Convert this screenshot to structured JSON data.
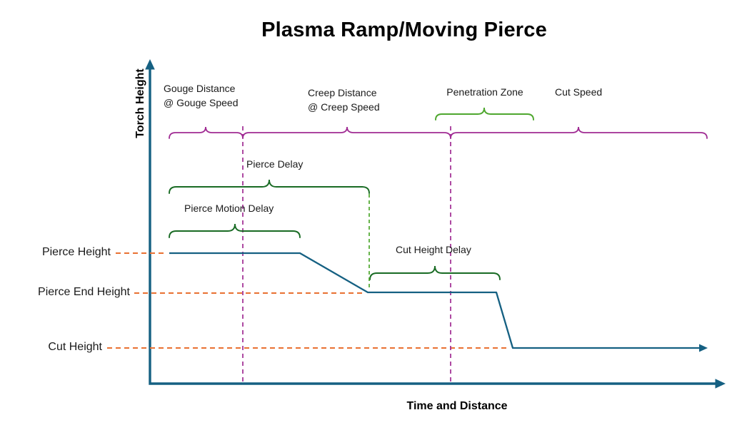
{
  "title": "Plasma Ramp/Moving Pierce",
  "axes": {
    "y_label": "Torch Height",
    "x_label": "Time and Distance"
  },
  "phase_labels": {
    "gouge_line1": "Gouge Distance",
    "gouge_line2": "@ Gouge Speed",
    "creep_line1": "Creep Distance",
    "creep_line2": "@ Creep Speed",
    "penetration_zone": "Penetration Zone",
    "cut_speed": "Cut Speed"
  },
  "delay_labels": {
    "pierce_delay": "Pierce Delay",
    "pierce_motion_delay": "Pierce Motion Delay",
    "cut_height_delay": "Cut Height Delay"
  },
  "height_labels": {
    "pierce_height": "Pierce Height",
    "pierce_end_height": "Pierce End Height",
    "cut_height": "Cut Height"
  },
  "colors": {
    "axis_and_profile": "#156082",
    "height_reference_dash": "#E97132",
    "phase_brace_and_boundaries": "#A02B93",
    "delay_brace": "#196B24",
    "zone_brace": "#4EA72E",
    "text": "#000000"
  }
}
